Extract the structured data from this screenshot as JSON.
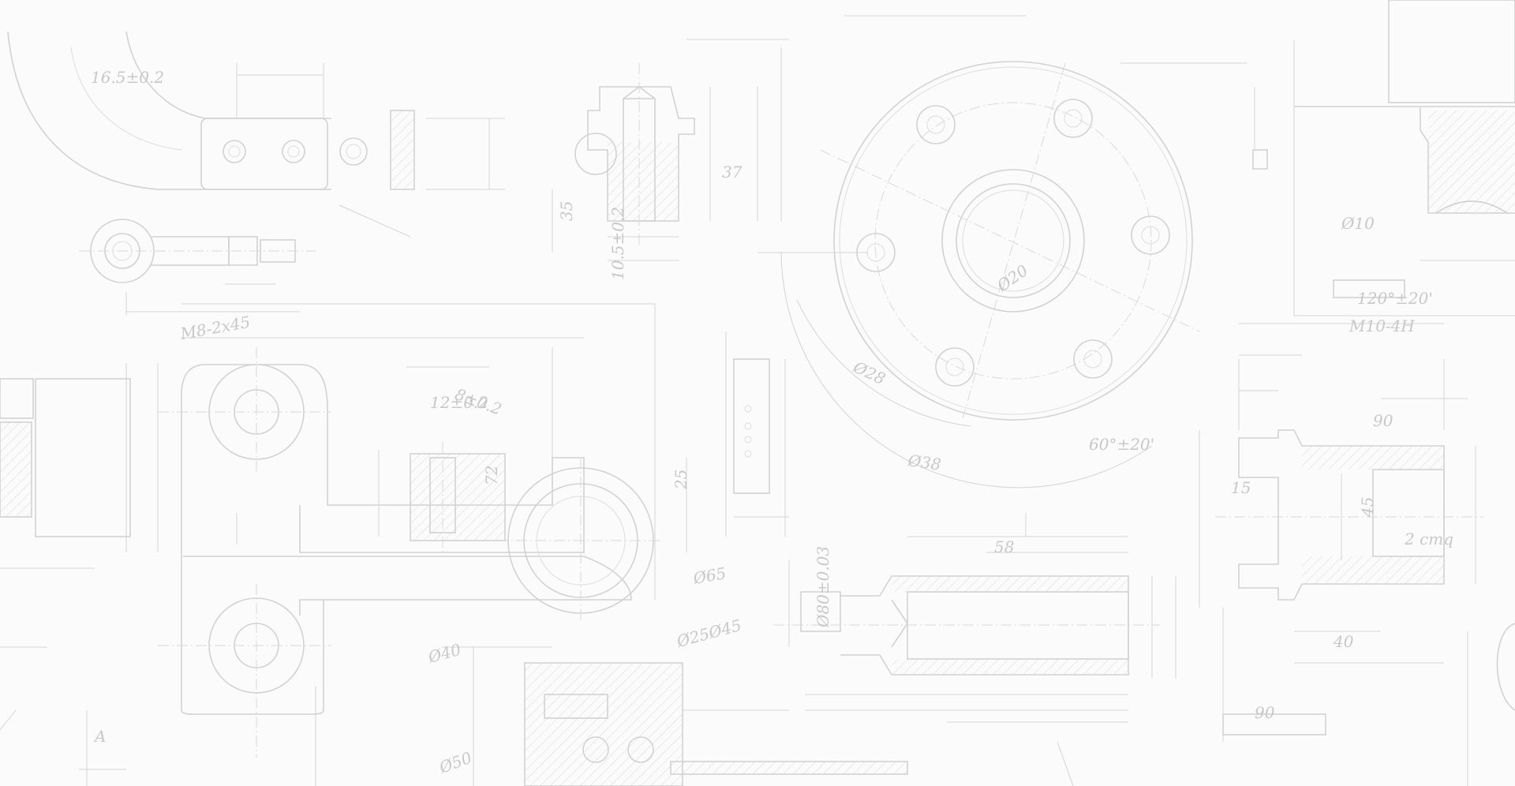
{
  "drawing": {
    "annotations": [
      "Ø50",
      "Ø40",
      "Ø25Ø45",
      "Ø65",
      "Ø38",
      "Ø28",
      "Ø20",
      "Ø10",
      "120°±20'",
      "60°±20'",
      "Ø80±0.03",
      "10.5±0.2",
      "16.5±0.2",
      "12±0.2",
      "8±0.2",
      "M8-2x45",
      "M10-4H",
      "2 cmq",
      "40",
      "90",
      "45",
      "35",
      "37",
      "72",
      "58",
      "25",
      "15",
      "90",
      "A"
    ]
  }
}
